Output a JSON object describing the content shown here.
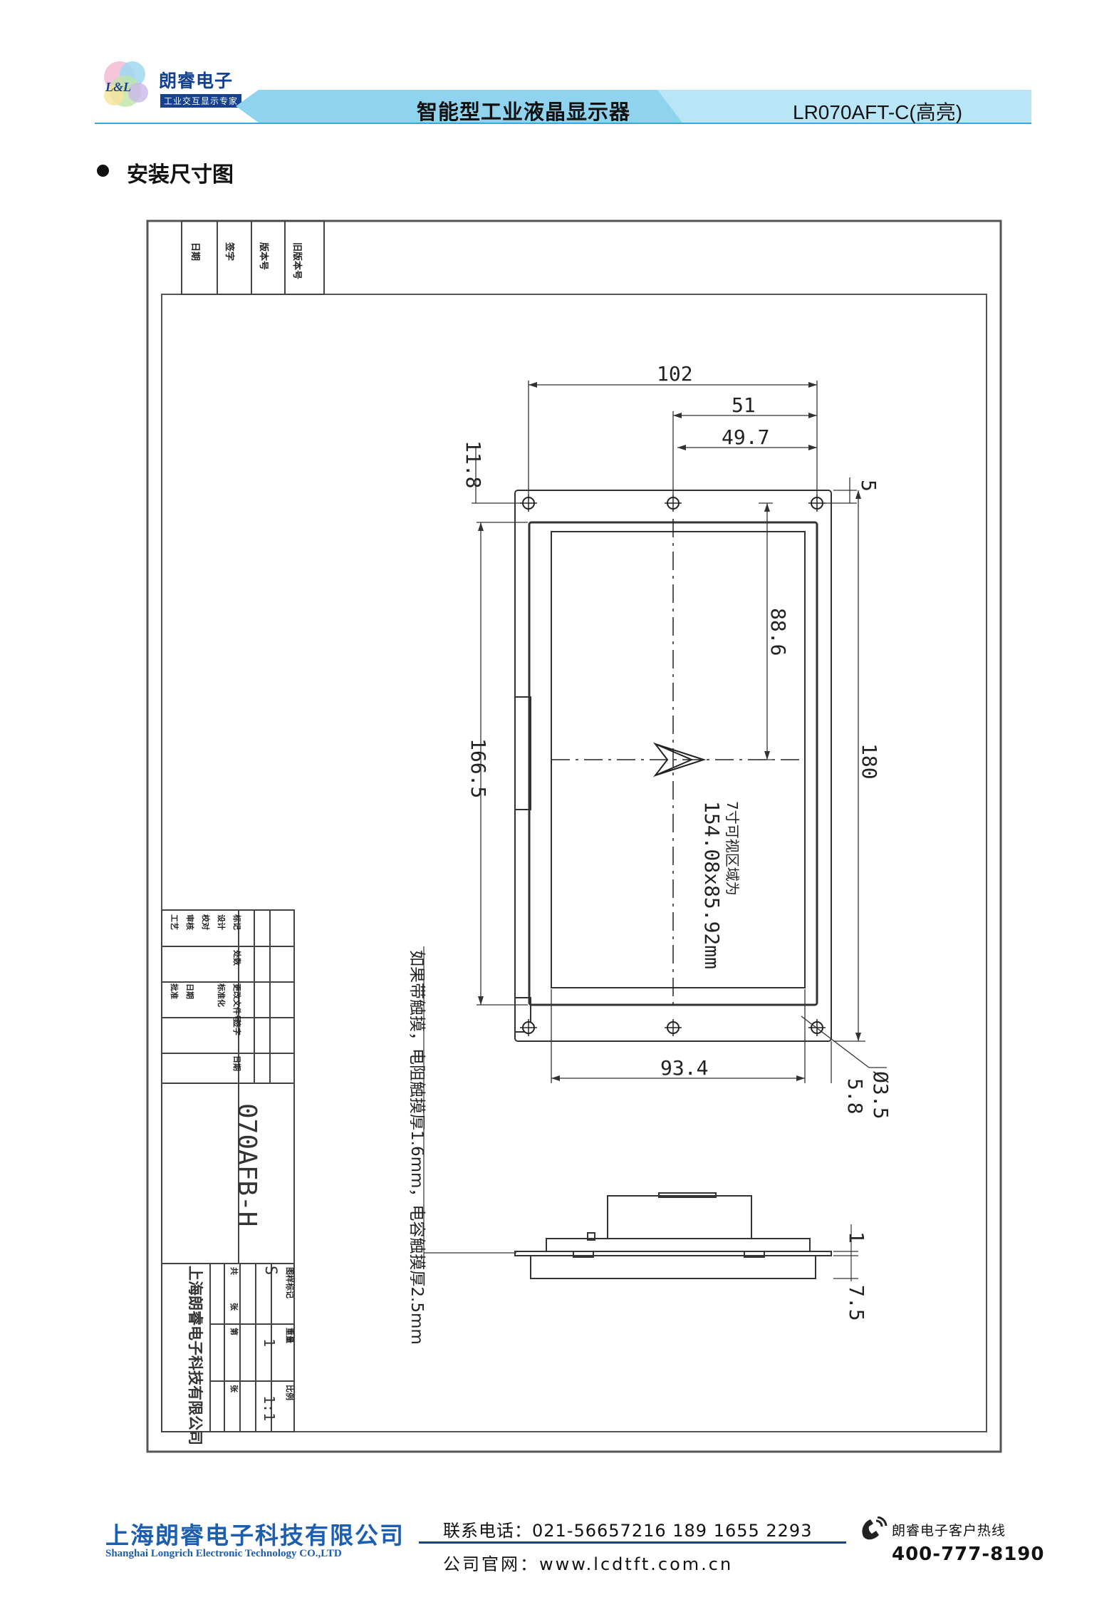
{
  "header": {
    "logo_mark_text": "L&L",
    "logo_name": "朗睿电子",
    "logo_slogan": "工业交互显示专家",
    "doc_title": "智能型工业液晶显示器",
    "model_title": "LR070AFT-C(高亮)",
    "band_color": "#8fd3ef",
    "accent_color": "#15418f"
  },
  "section": {
    "title": "安装尺寸图"
  },
  "drawing": {
    "title_block_top": [
      "日期",
      "签字",
      "版本号",
      "旧版本号"
    ],
    "dimensions": {
      "width_overall": "102",
      "half_width": "51",
      "hole_offset": "49.7",
      "top_margin": "11.8",
      "bottom_gap": "5",
      "upper_half": "88.6",
      "frame_height": "166.5",
      "overall_height": "180",
      "active_area_label": "7寸可视区域为",
      "active_area": "154.08x85.92mm",
      "bottom_width": "93.4",
      "side_margin": "5.8",
      "hole_diameter": "Ø3.5",
      "depth_backlight": "1",
      "depth_total": "7.5"
    },
    "note": "如果带触摸，电阻触摸厚1.6mm，电容触摸厚2.5mm",
    "title_block_left": {
      "rows": [
        "标记",
        "处数",
        "更改文件号",
        "签字",
        "日期",
        "设计",
        "标准化",
        "校对",
        "审核",
        "工艺",
        "日期",
        "批准"
      ],
      "part_name": "070AFB-H",
      "company": "上海朗睿电子科技有限公司",
      "stage": "S",
      "sheets": "1",
      "scale": "1:1",
      "labels": [
        "图样标记",
        "重量",
        "比例",
        "共",
        "张",
        "第",
        "张"
      ]
    }
  },
  "footer": {
    "company_cn": "上海朗睿电子科技有限公司",
    "company_en": "Shanghai Longrich Electronic Technology CO.,LTD",
    "phone": "联系电话：021-56657216  189 1655 2293",
    "website": "公司官网：www.lcdtft.com.cn",
    "hotline_label": "朗睿电子客户热线",
    "hotline_number": "400-777-8190",
    "company_color": "#1c5fb1"
  }
}
